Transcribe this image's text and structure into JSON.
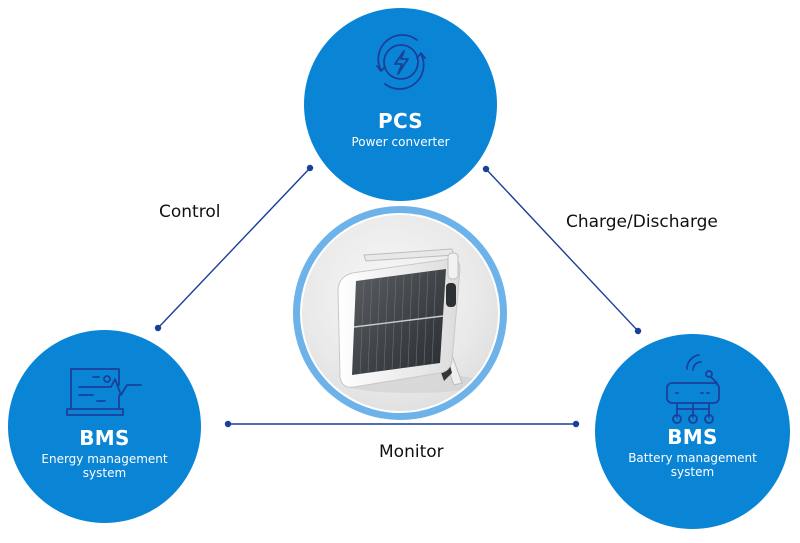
{
  "diagram": {
    "nodes": {
      "pcs": {
        "title": "PCS",
        "subtitle": "Power converter",
        "icon": "power-cycle-icon"
      },
      "ems": {
        "title": "BMS",
        "subtitle": "Energy management system",
        "icon": "laptop-monitoring-icon"
      },
      "bms": {
        "title": "BMS",
        "subtitle": "Battery management system",
        "icon": "wireless-router-icon"
      }
    },
    "edges": {
      "control": {
        "label": "Control",
        "from": "ems",
        "to": "pcs"
      },
      "charge": {
        "label": "Charge/Discharge",
        "from": "pcs",
        "to": "bms"
      },
      "monitor": {
        "label": "Monitor",
        "from": "ems",
        "to": "bms"
      }
    },
    "center_image": {
      "description": "portable solar panel device",
      "icon": "solar-panel-image"
    },
    "colors": {
      "node_fill": "#0a85d6",
      "icon_stroke": "#1a3f9a",
      "connector": "#1a3f9a",
      "ring": "#6db3ea",
      "label_text": "#111111"
    }
  }
}
